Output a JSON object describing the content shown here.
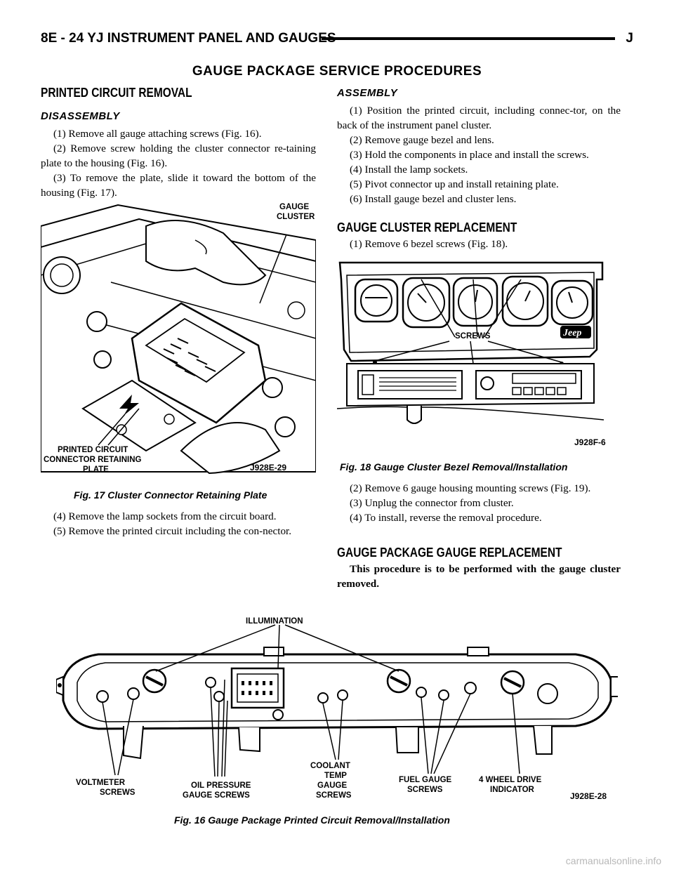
{
  "header": {
    "left": "8E - 24   YJ INSTRUMENT PANEL AND GAUGES",
    "right": "J"
  },
  "page_title": "GAUGE PACKAGE SERVICE PROCEDURES",
  "left_column": {
    "section_title": "PRINTED CIRCUIT REMOVAL",
    "subsection_title": "DISASSEMBLY",
    "steps_before_figure": [
      "(1) Remove all gauge attaching screws (Fig. 16).",
      "(2) Remove screw holding the cluster connector re-taining plate to the housing (Fig. 16).",
      "(3) To remove the plate, slide it toward the bottom of the housing (Fig. 17)."
    ],
    "steps_after_figure": [
      "(4) Remove the lamp sockets from the circuit board.",
      "(5) Remove the printed circuit including the con-nector."
    ]
  },
  "fig17": {
    "caption": "Fig. 17 Cluster Connector Retaining Plate",
    "labels": {
      "gauge_cluster_1": "GAUGE",
      "gauge_cluster_2": "CLUSTER",
      "plate_1": "PRINTED CIRCUIT",
      "plate_2": "CONNECTOR RETAINING",
      "plate_3": "PLATE",
      "code": "J928E-29"
    }
  },
  "right_column": {
    "assembly_title": "ASSEMBLY",
    "assembly_steps": [
      "(1) Position the printed circuit, including connec-tor, on the back of the instrument panel cluster.",
      "(2) Remove gauge bezel and lens.",
      "(3) Hold the components in place and install the screws.",
      "(4) Install the lamp sockets.",
      "(5) Pivot connector up and install retaining plate.",
      "(6) Install gauge bezel and cluster lens."
    ],
    "cluster_title": "GAUGE CLUSTER REPLACEMENT",
    "cluster_step1": "(1) Remove 6 bezel screws (Fig. 18).",
    "cluster_steps_after": [
      "(2) Remove 6 gauge housing mounting screws (Fig. 19).",
      "(3) Unplug the connector from cluster.",
      "(4) To install, reverse the removal procedure."
    ],
    "package_title": "GAUGE PACKAGE GAUGE REPLACEMENT",
    "package_note": "This procedure is to be performed with the gauge cluster removed."
  },
  "fig18": {
    "caption": "Fig. 18 Gauge Cluster Bezel Removal/Installation",
    "labels": {
      "screws": "SCREWS",
      "brand": "Jeep",
      "code": "J928F-6"
    }
  },
  "fig16": {
    "caption": "Fig. 16 Gauge Package Printed Circuit Removal/Installation",
    "labels": {
      "illumination": "ILLUMINATION",
      "voltmeter_1": "VOLTMETER",
      "voltmeter_2": "SCREWS",
      "oil_1": "OIL PRESSURE",
      "oil_2": "GAUGE SCREWS",
      "coolant_1": "COOLANT",
      "coolant_2": "TEMP",
      "coolant_3": "GAUGE",
      "coolant_4": "SCREWS",
      "fuel_1": "FUEL GAUGE",
      "fuel_2": "SCREWS",
      "fourwd_1": "4 WHEEL DRIVE",
      "fourwd_2": "INDICATOR",
      "code": "J928E-28"
    }
  },
  "watermark": "carmanualsonline.info"
}
